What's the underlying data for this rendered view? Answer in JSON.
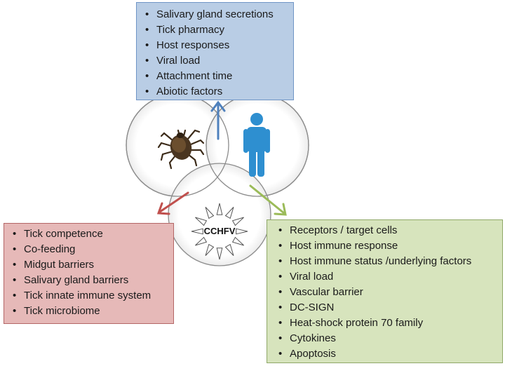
{
  "center_label": "CCHFV",
  "top_box": {
    "items": [
      "Salivary gland secretions",
      "Tick pharmacy",
      "Host responses",
      "Viral load",
      "Attachment time",
      "Abiotic factors"
    ]
  },
  "left_box": {
    "items": [
      "Tick competence",
      "Co-feeding",
      "Midgut barriers",
      "Salivary gland barriers",
      "Tick innate immune system",
      "Tick microbiome"
    ]
  },
  "right_box": {
    "items": [
      "Receptors / target cells",
      "Host immune response",
      "Host immune status /underlying factors",
      "Viral load",
      "Vascular barrier",
      "DC-SIGN",
      "Heat-shock protein 70 family",
      "Cytokines",
      "Apoptosis"
    ]
  },
  "colors": {
    "top_arrow": "#4f81bd",
    "left_arrow": "#c0504d",
    "right_arrow": "#9bbb59",
    "human_figure": "#2e8fd0",
    "tick": "#4a3520"
  },
  "icons": [
    "tick-icon",
    "human-icon",
    "virus-icon"
  ]
}
